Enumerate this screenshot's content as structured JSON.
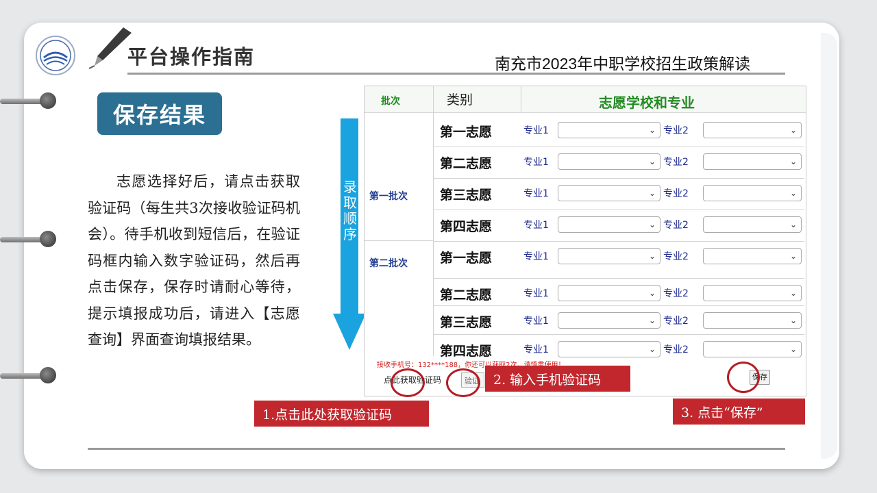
{
  "header": {
    "title": "平台操作指南",
    "subtitle": "南充市2023年中职学校招生政策解读"
  },
  "section": {
    "badge": "保存结果",
    "description": "志愿选择好后，请点击获取验证码（每生共3次接收验证码机会）。待手机收到短信后，在验证码框内输入数字验证码，然后再点击保存，保存时请耐心等待，提示填报成功后，请进入【志愿查询】界面查询填报结果。"
  },
  "arrow_label": "录取顺序",
  "form": {
    "columns": {
      "batch": "批次",
      "type": "类别",
      "school": "志愿学校和专业"
    },
    "batches": [
      "第一批次",
      "第二批次"
    ],
    "wishes": [
      "第一志愿",
      "第二志愿",
      "第三志愿",
      "第四志愿",
      "第一志愿",
      "第二志愿",
      "第三志愿",
      "第四志愿"
    ],
    "major1_label": "专业1",
    "major2_label": "专业2",
    "notice": "接收手机号：132****188，你还可以获取2次，请慎重使用！",
    "get_code_button": "点此获取验证码",
    "code_placeholder": "验证码",
    "save_button": "保存"
  },
  "callouts": {
    "step1": "1.点击此处获取验证码",
    "step2": "2. 输入手机验证码",
    "step3": "3. 点击“保存”"
  },
  "colors": {
    "badge": "#2b6f93",
    "arrow": "#1aa3de",
    "callout": "#c1272d",
    "batch_header": "#1d8a1d",
    "batch_label": "#233f91",
    "major_label": "#1e2a8c"
  }
}
